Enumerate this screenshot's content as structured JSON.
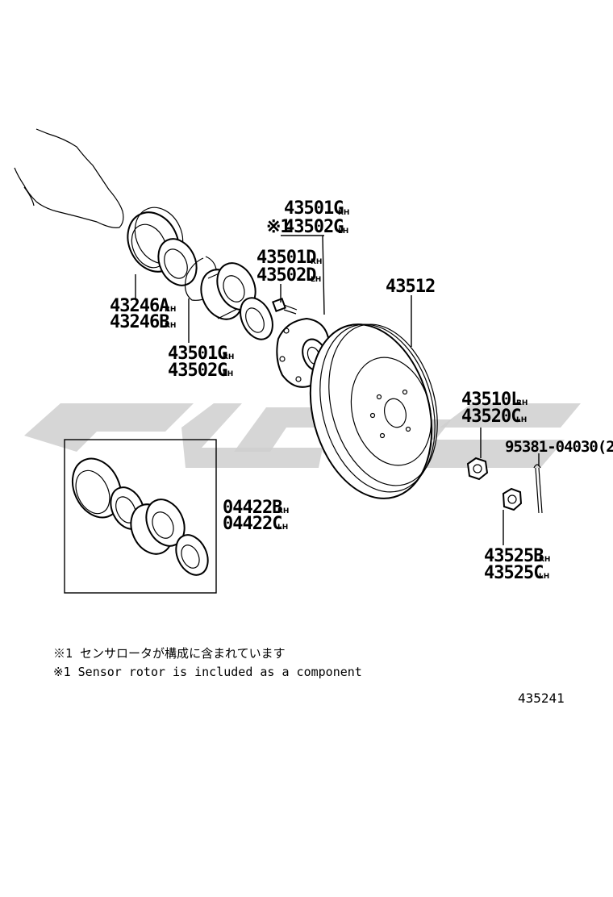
{
  "labels": {
    "sensor_rotor_top": "※1",
    "hub_bolt_ref": {
      "a": "43501G",
      "b": "43502G",
      "a_tag": "RH",
      "b_tag": "LH"
    },
    "hub_b": {
      "a": "43501D",
      "b": "43502D",
      "a_tag": "RH",
      "b_tag": "LH"
    },
    "rotor": {
      "a": "43512"
    },
    "seal": {
      "a": "43246A",
      "b": "43246B",
      "a_tag": "RH",
      "b_tag": "RH"
    },
    "bearing": {
      "a": "43501G",
      "b": "43502G",
      "a_tag": "RH",
      "b_tag": "LH"
    },
    "kit": {
      "a": "04422B",
      "b": "04422C",
      "a_tag": "RH",
      "b_tag": "LH"
    },
    "nut_a": {
      "a": "43510L",
      "b": "43520C",
      "a_tag": "RH",
      "b_tag": "LH"
    },
    "pin": {
      "a": "95381-04030(2"
    },
    "nut_b": {
      "a": "43525B",
      "b": "43525C",
      "a_tag": "RH",
      "b_tag": "LH"
    }
  },
  "notes": {
    "jp": "※1 センサロータが構成に含まれています",
    "en": "※1 Sensor rotor is included as a component"
  },
  "ref_code": "435241"
}
